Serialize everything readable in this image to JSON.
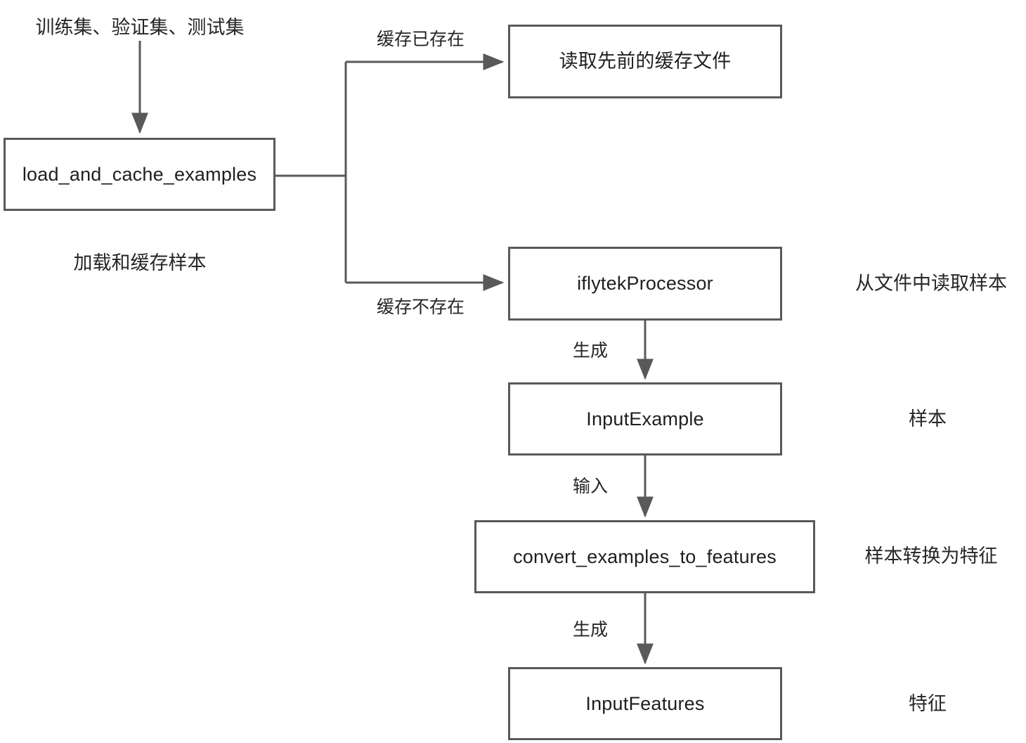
{
  "diagram": {
    "title_text": "训练集、验证集、测试集",
    "caption_text": "加载和缓存样本",
    "line_color": "#595959",
    "text_color": "#262626",
    "background": "#ffffff"
  },
  "nodes": {
    "load_and_cache_examples": "load_and_cache_examples",
    "read_cache_file": "读取先前的缓存文件",
    "iflytek_processor": "iflytekProcessor",
    "input_example": "InputExample",
    "convert_examples_to_features": "convert_examples_to_features",
    "input_features": "InputFeatures"
  },
  "edge_labels": {
    "cache_exists": "缓存已存在",
    "cache_missing": "缓存不存在",
    "generate_example": "生成",
    "input": "输入",
    "generate_features": "生成"
  },
  "side_notes": {
    "read_from_file": "从文件中读取样本",
    "sample": "样本",
    "sample_to_feature": "样本转换为特征",
    "feature": "特征"
  }
}
